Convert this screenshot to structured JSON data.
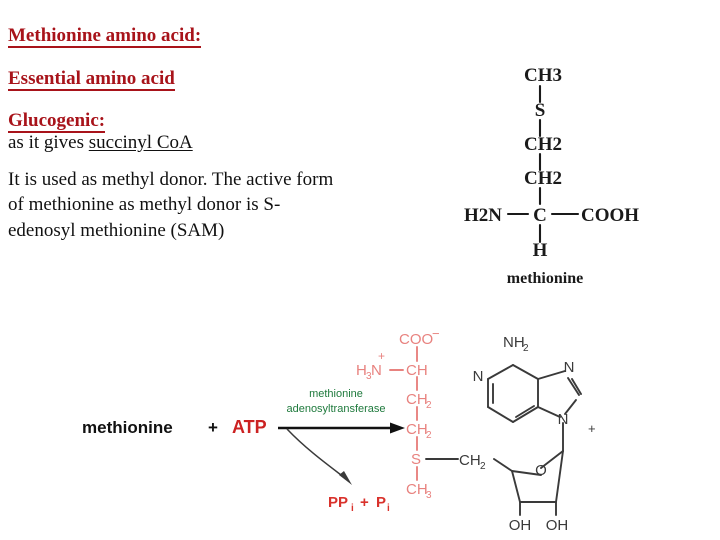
{
  "slide": {
    "headings": [
      {
        "text": "Methionine amino acid:",
        "underline": true
      },
      {
        "text": "Essential amino acid",
        "underline": true
      },
      {
        "text": "Glucogenic:",
        "underline": true
      }
    ],
    "body": {
      "line_glucogenic_prefix": "as it gives ",
      "line_glucogenic_underlined": "succinyl CoA",
      "paragraph_line1": " It is used as methyl donor. The active form",
      "paragraph_line2": "of   methionine as methyl donor is S-",
      "paragraph_line3": "edenosyl methionine  (SAM)"
    },
    "colors": {
      "heading_red": "#a8131a",
      "body_black": "#111111",
      "formula_black": "#1a1a1a",
      "sam_red": "#e8827f",
      "sam_dark": "#3a3a3a",
      "enzyme_green": "#1f7a3d",
      "product_red": "#d9322c",
      "atp_red": "#cc2222",
      "background": "#ffffff"
    }
  },
  "methionine_formula": {
    "label": "methionine",
    "atoms": {
      "ch3_top": "CH3",
      "sulfur": "S",
      "ch2_upper": "CH2",
      "ch2_lower": "CH2",
      "amine": "H2N",
      "alpha_carbon": "C",
      "carboxyl": "COOH",
      "alpha_hydrogen": "H"
    }
  },
  "reaction": {
    "substrate": "methionine",
    "plus": "+",
    "cosubstrate": "ATP",
    "enzyme_line1": "methionine",
    "enzyme_line2": "adenosyltransferase",
    "byproduct_pp": "PP",
    "byproduct_pp_sub": "i",
    "byproduct_plus": "+",
    "byproduct_p": "P",
    "byproduct_p_sub": "i",
    "product_charge": "+"
  },
  "sam_structure": {
    "methionine_moiety": {
      "carboxylate": "COO",
      "carboxylate_charge": "−",
      "amino": "H3N",
      "amino_charge": "+",
      "amino_h3_sub": "3",
      "alpha_ch": "CH",
      "ch2_upper": "CH",
      "ch2_upper_sub": "2",
      "ch2_lower": "CH",
      "ch2_lower_sub": "2",
      "sulfur": "S",
      "methyl": "CH",
      "methyl_sub": "3"
    },
    "adenosine_moiety": {
      "amine": "NH",
      "amine_sub": "2",
      "ring_n1": "N",
      "ring_n3": "N",
      "ring_n7": "N",
      "ribose_bridge": "CH",
      "ribose_bridge_sub": "2",
      "ring_oxygen": "O",
      "hydroxyl_left": "OH",
      "hydroxyl_right": "OH"
    }
  }
}
